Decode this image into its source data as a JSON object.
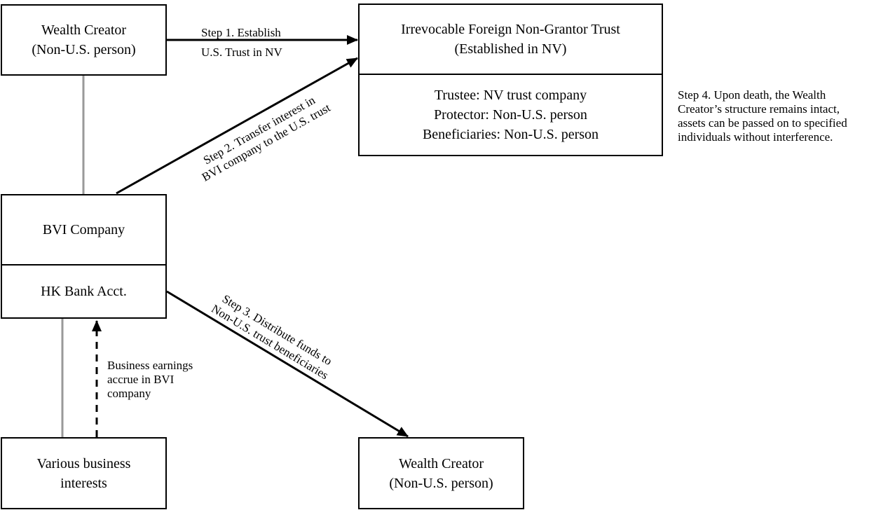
{
  "wealth_creator_top": {
    "line1": "Wealth Creator",
    "line2": "(Non-U.S. person)"
  },
  "trust": {
    "title_line1": "Irrevocable Foreign Non-Grantor Trust",
    "title_line2": "(Established in NV)",
    "trustee": "Trustee: NV trust company",
    "protector": "Protector: Non-U.S. person",
    "beneficiaries": "Beneficiaries: Non-U.S. person"
  },
  "bvi": {
    "company": "BVI Company",
    "bank": "HK Bank Acct."
  },
  "business": {
    "line1": "Various business",
    "line2": "interests"
  },
  "wealth_creator_bottom": {
    "line1": "Wealth Creator",
    "line2": "(Non-U.S. person)"
  },
  "steps": {
    "step1_line1": "Step 1. Establish",
    "step1_line2": "U.S. Trust in NV",
    "step2_line1": "Step 2. Transfer interest in",
    "step2_line2": "BVI company to the U.S. trust",
    "step3_line1": "Step 3. Distribute funds to",
    "step3_line2": "Non-U.S. trust beneficiaries",
    "step4_line1": "Step 4. Upon death, the Wealth",
    "step4_line2": "Creator’s structure remains intact,",
    "step4_line3": "assets can be passed on to specified",
    "step4_line4": "individuals without interference."
  },
  "earnings": {
    "line1": "Business earnings",
    "line2": "accrue in BVI",
    "line3": "company"
  },
  "colors": {
    "stroke": "#000000",
    "connector_gray": "#999999"
  }
}
